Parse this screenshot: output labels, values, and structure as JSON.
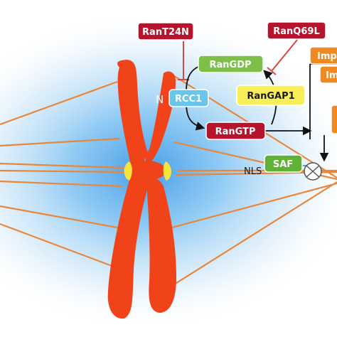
{
  "labels": {
    "rant24n": "RanT24N",
    "ranq69l": "RanQ69L",
    "rangdp": "RanGDP",
    "rcc1": "RCC1",
    "n_terminal": "N",
    "rangap1": "RanGAP1",
    "rangtp": "RanGTP",
    "nls": "NLS",
    "saf": "SAF",
    "importin_a": "Imp",
    "importin_b": "Im"
  },
  "colors": {
    "chromosome": "#f0431a",
    "centromere": "#f7e33c",
    "glow": "#6ab8f0",
    "spindle": "#e8863a",
    "mutant_box": "#b8132c",
    "rangdp_box": "#7cc04a",
    "rcc1_box": "#68c6ea",
    "rangap1_box": "#f8ee5a",
    "rangtp_box": "#b8132c",
    "saf_box": "#5fb236",
    "importin_box": "#ef8a22",
    "inhibit": "#d9473e",
    "arrow": "#111111"
  }
}
